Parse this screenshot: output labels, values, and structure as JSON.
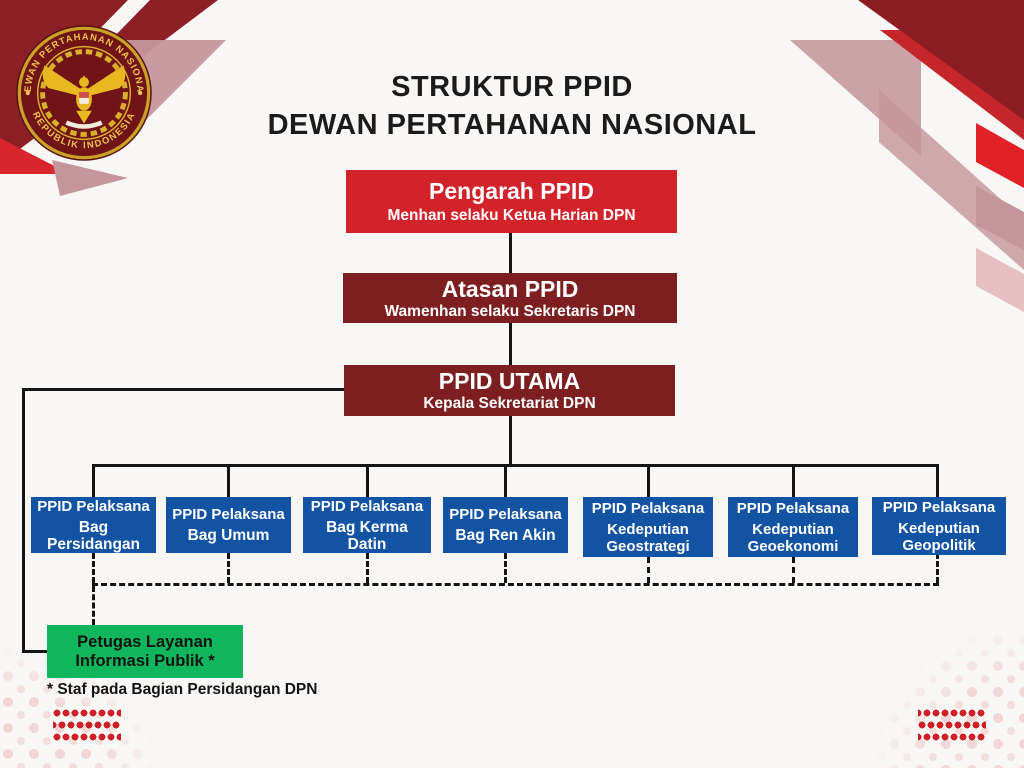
{
  "page": {
    "title_line1": "STRUKTUR PPID",
    "title_line2": "DEWAN PERTAHANAN NASIONAL",
    "footnote": "* Staf pada Bagian Persidangan DPN"
  },
  "emblem": {
    "top_text": "DEWAN PERTAHANAN NASIONAL",
    "bottom_text": "REPUBLIK INDONESIA"
  },
  "org": {
    "pengarah": {
      "title": "Pengarah PPID",
      "subtitle": "Menhan selaku Ketua Harian DPN"
    },
    "atasan": {
      "title": "Atasan PPID",
      "subtitle": "Wamenhan selaku Sekretaris DPN"
    },
    "utama": {
      "title": "PPID UTAMA",
      "subtitle": "Kepala Sekretariat DPN"
    },
    "pelaksana": [
      {
        "line1": "PPID Pelaksana",
        "line2": "Bag Persidangan"
      },
      {
        "line1": "PPID Pelaksana",
        "line2": "Bag Umum"
      },
      {
        "line1": "PPID Pelaksana",
        "line2": "Bag Kerma Datin"
      },
      {
        "line1": "PPID Pelaksana",
        "line2": "Bag Ren Akin"
      },
      {
        "line1": "PPID Pelaksana",
        "line2": "Kedeputian Geostrategi"
      },
      {
        "line1": "PPID Pelaksana",
        "line2": "Kedeputian Geoekonomi"
      },
      {
        "line1": "PPID Pelaksana",
        "line2": "Kedeputian Geopolitik"
      }
    ],
    "petugas": {
      "line1": "Petugas Layanan",
      "line2": "Informasi Publik *"
    }
  },
  "colors": {
    "pengarah_red": "#d2232a",
    "maroon": "#7d1f21",
    "pelaksana_blue": "#1253a4",
    "petugas_green": "#10b65c",
    "connector_black": "#141414",
    "decor_dark_red": "#8c1d22",
    "decor_bright_red": "#e02228",
    "decor_rosy": "#c4969b"
  }
}
